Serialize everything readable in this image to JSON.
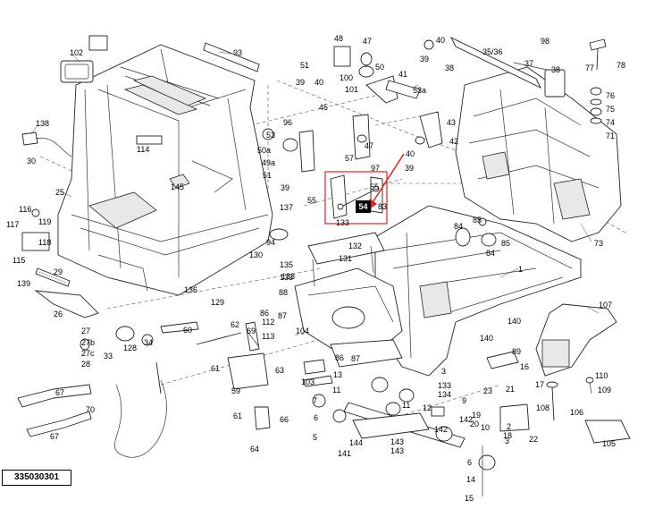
{
  "drawing_number": "335030301",
  "highlighted_part": "54",
  "part_labels": [
    "102",
    "93",
    "48",
    "47",
    "40",
    "39",
    "35/36",
    "98",
    "77",
    "78",
    "51",
    "50",
    "41",
    "38",
    "37",
    "38",
    "76",
    "75",
    "74",
    "71",
    "39",
    "40",
    "100",
    "101",
    "53a",
    "45",
    "43",
    "42",
    "96",
    "53",
    "50a",
    "49a",
    "51",
    "39",
    "57",
    "47",
    "40",
    "39",
    "138",
    "30",
    "114",
    "145",
    "25",
    "97",
    "55",
    "55",
    "83",
    "116",
    "117",
    "119",
    "118",
    "115",
    "137",
    "133",
    "94",
    "132",
    "131",
    "133",
    "130",
    "135",
    "133",
    "29",
    "139",
    "26",
    "136",
    "129",
    "88",
    "86",
    "87",
    "27",
    "27b",
    "27c",
    "28",
    "33",
    "128",
    "34",
    "60",
    "62",
    "69",
    "112",
    "113",
    "104",
    "61",
    "63",
    "59",
    "67",
    "70",
    "67",
    "61",
    "66",
    "64",
    "13",
    "11",
    "103",
    "86",
    "87",
    "6",
    "7",
    "5",
    "133",
    "134",
    "143",
    "143",
    "142",
    "144",
    "141",
    "142",
    "9",
    "11",
    "10",
    "12",
    "2",
    "3",
    "22",
    "19",
    "20",
    "18",
    "21",
    "23",
    "89",
    "16",
    "17",
    "108",
    "110",
    "109",
    "106",
    "105",
    "107",
    "140",
    "140",
    "1",
    "84",
    "85",
    "84",
    "85",
    "73",
    "3",
    "6",
    "14",
    "15"
  ]
}
